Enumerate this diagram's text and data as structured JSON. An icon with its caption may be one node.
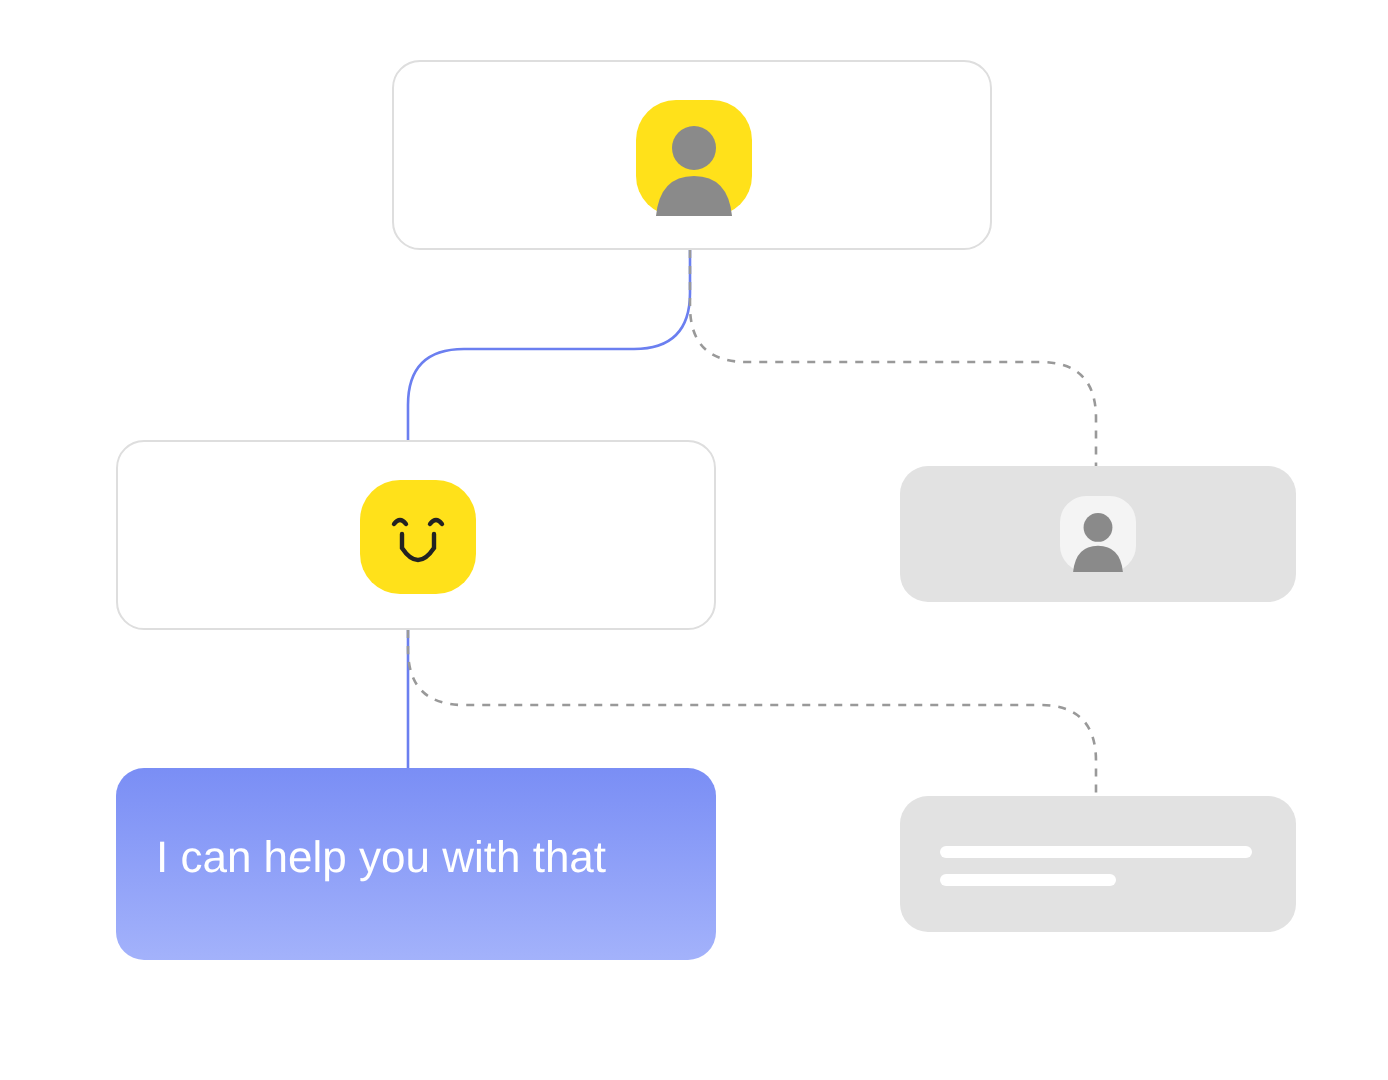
{
  "diagram": {
    "nodes": [
      {
        "text": [],
        "shape": "box"
      },
      {
        "text": [],
        "shape": "box"
      },
      {
        "text": [],
        "shape": "box"
      },
      {
        "text": [
          "I can help you with that"
        ]
      },
      {
        "text": [],
        "shape": "box"
      }
    ],
    "edges": [
      {
        "from": 0,
        "to": 1,
        "arrow": "none"
      },
      {
        "from": 0,
        "to": 2,
        "arrow": "none",
        "style": "dashed",
        "color": "#999999"
      },
      {
        "from": 1,
        "to": 3,
        "arrow": "none"
      },
      {
        "from": 1,
        "to": 4,
        "arrow": "none",
        "style": "dashed",
        "color": "#999999"
      }
    ]
  }
}
